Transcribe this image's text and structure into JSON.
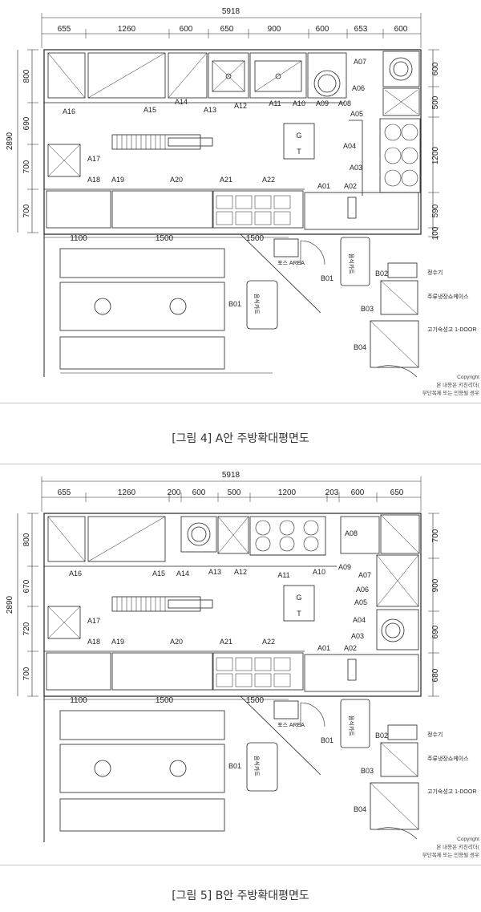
{
  "figures": [
    {
      "caption": "[그림 4] A안 주방확대평면도",
      "total_width": "5918",
      "top_dims": [
        "655",
        "1260",
        "600",
        "650",
        "900",
        "600",
        "653",
        "600"
      ],
      "left_total": "2890",
      "left_dims": [
        "800",
        "690",
        "700",
        "700"
      ],
      "right_dims": [
        "600",
        "500",
        "1200",
        "590",
        "100"
      ],
      "lower_dims": [
        "1100",
        "1500",
        "1500"
      ],
      "labels_top": [
        "A16",
        "A15",
        "A14",
        "A13",
        "A12",
        "A11",
        "A10",
        "A09",
        "A08",
        "A07",
        "A06",
        "A05"
      ],
      "labels_mid": [
        "A04",
        "A03",
        "A17",
        "A18",
        "A19",
        "A20",
        "A21",
        "A22",
        "A01",
        "A02"
      ],
      "labels_b": [
        "B01",
        "B01",
        "B02",
        "B03",
        "B04"
      ],
      "text_cart": "음식카트",
      "text_cart2": "음식카트",
      "text_pos_area": "포스 AREA",
      "text_water": "정수기",
      "text_showcase": "주류냉장쇼케이스",
      "text_meat": "고기숙성고 1-DOOR",
      "copyright": [
        "Copyright",
        "본 내용은 키친리더(",
        "무단복제 또는 인용될 경우"
      ]
    },
    {
      "caption": "[그림 5] B안 주방확대평면도",
      "total_width": "5918",
      "top_dims": [
        "655",
        "1260",
        "200",
        "600",
        "500",
        "1200",
        "203",
        "600",
        "650"
      ],
      "left_total": "2890",
      "left_dims": [
        "800",
        "670",
        "720",
        "700"
      ],
      "right_dims": [
        "700",
        "900",
        "690",
        "680"
      ],
      "lower_dims": [
        "1100",
        "1500",
        "1500"
      ],
      "labels_top": [
        "A16",
        "A15",
        "A14",
        "A13",
        "A12",
        "A11",
        "A10",
        "A09",
        "A08",
        "A07",
        "A06",
        "A05"
      ],
      "labels_mid": [
        "A04",
        "A03",
        "A17",
        "A18",
        "A19",
        "A20",
        "A21",
        "A22",
        "A01",
        "A02"
      ],
      "labels_b": [
        "B01",
        "B01",
        "B02",
        "B03",
        "B04"
      ],
      "text_cart": "음식카트",
      "text_cart2": "음식카트",
      "text_pos_area": "포스 AREA",
      "text_water": "정수기",
      "text_showcase": "주류냉장쇼케이스",
      "text_meat": "고기숙성고 1-DOOR",
      "copyright": [
        "Copyright",
        "본 내용은 키친리더(",
        "무단복제 또는 인용될 경우"
      ]
    }
  ]
}
